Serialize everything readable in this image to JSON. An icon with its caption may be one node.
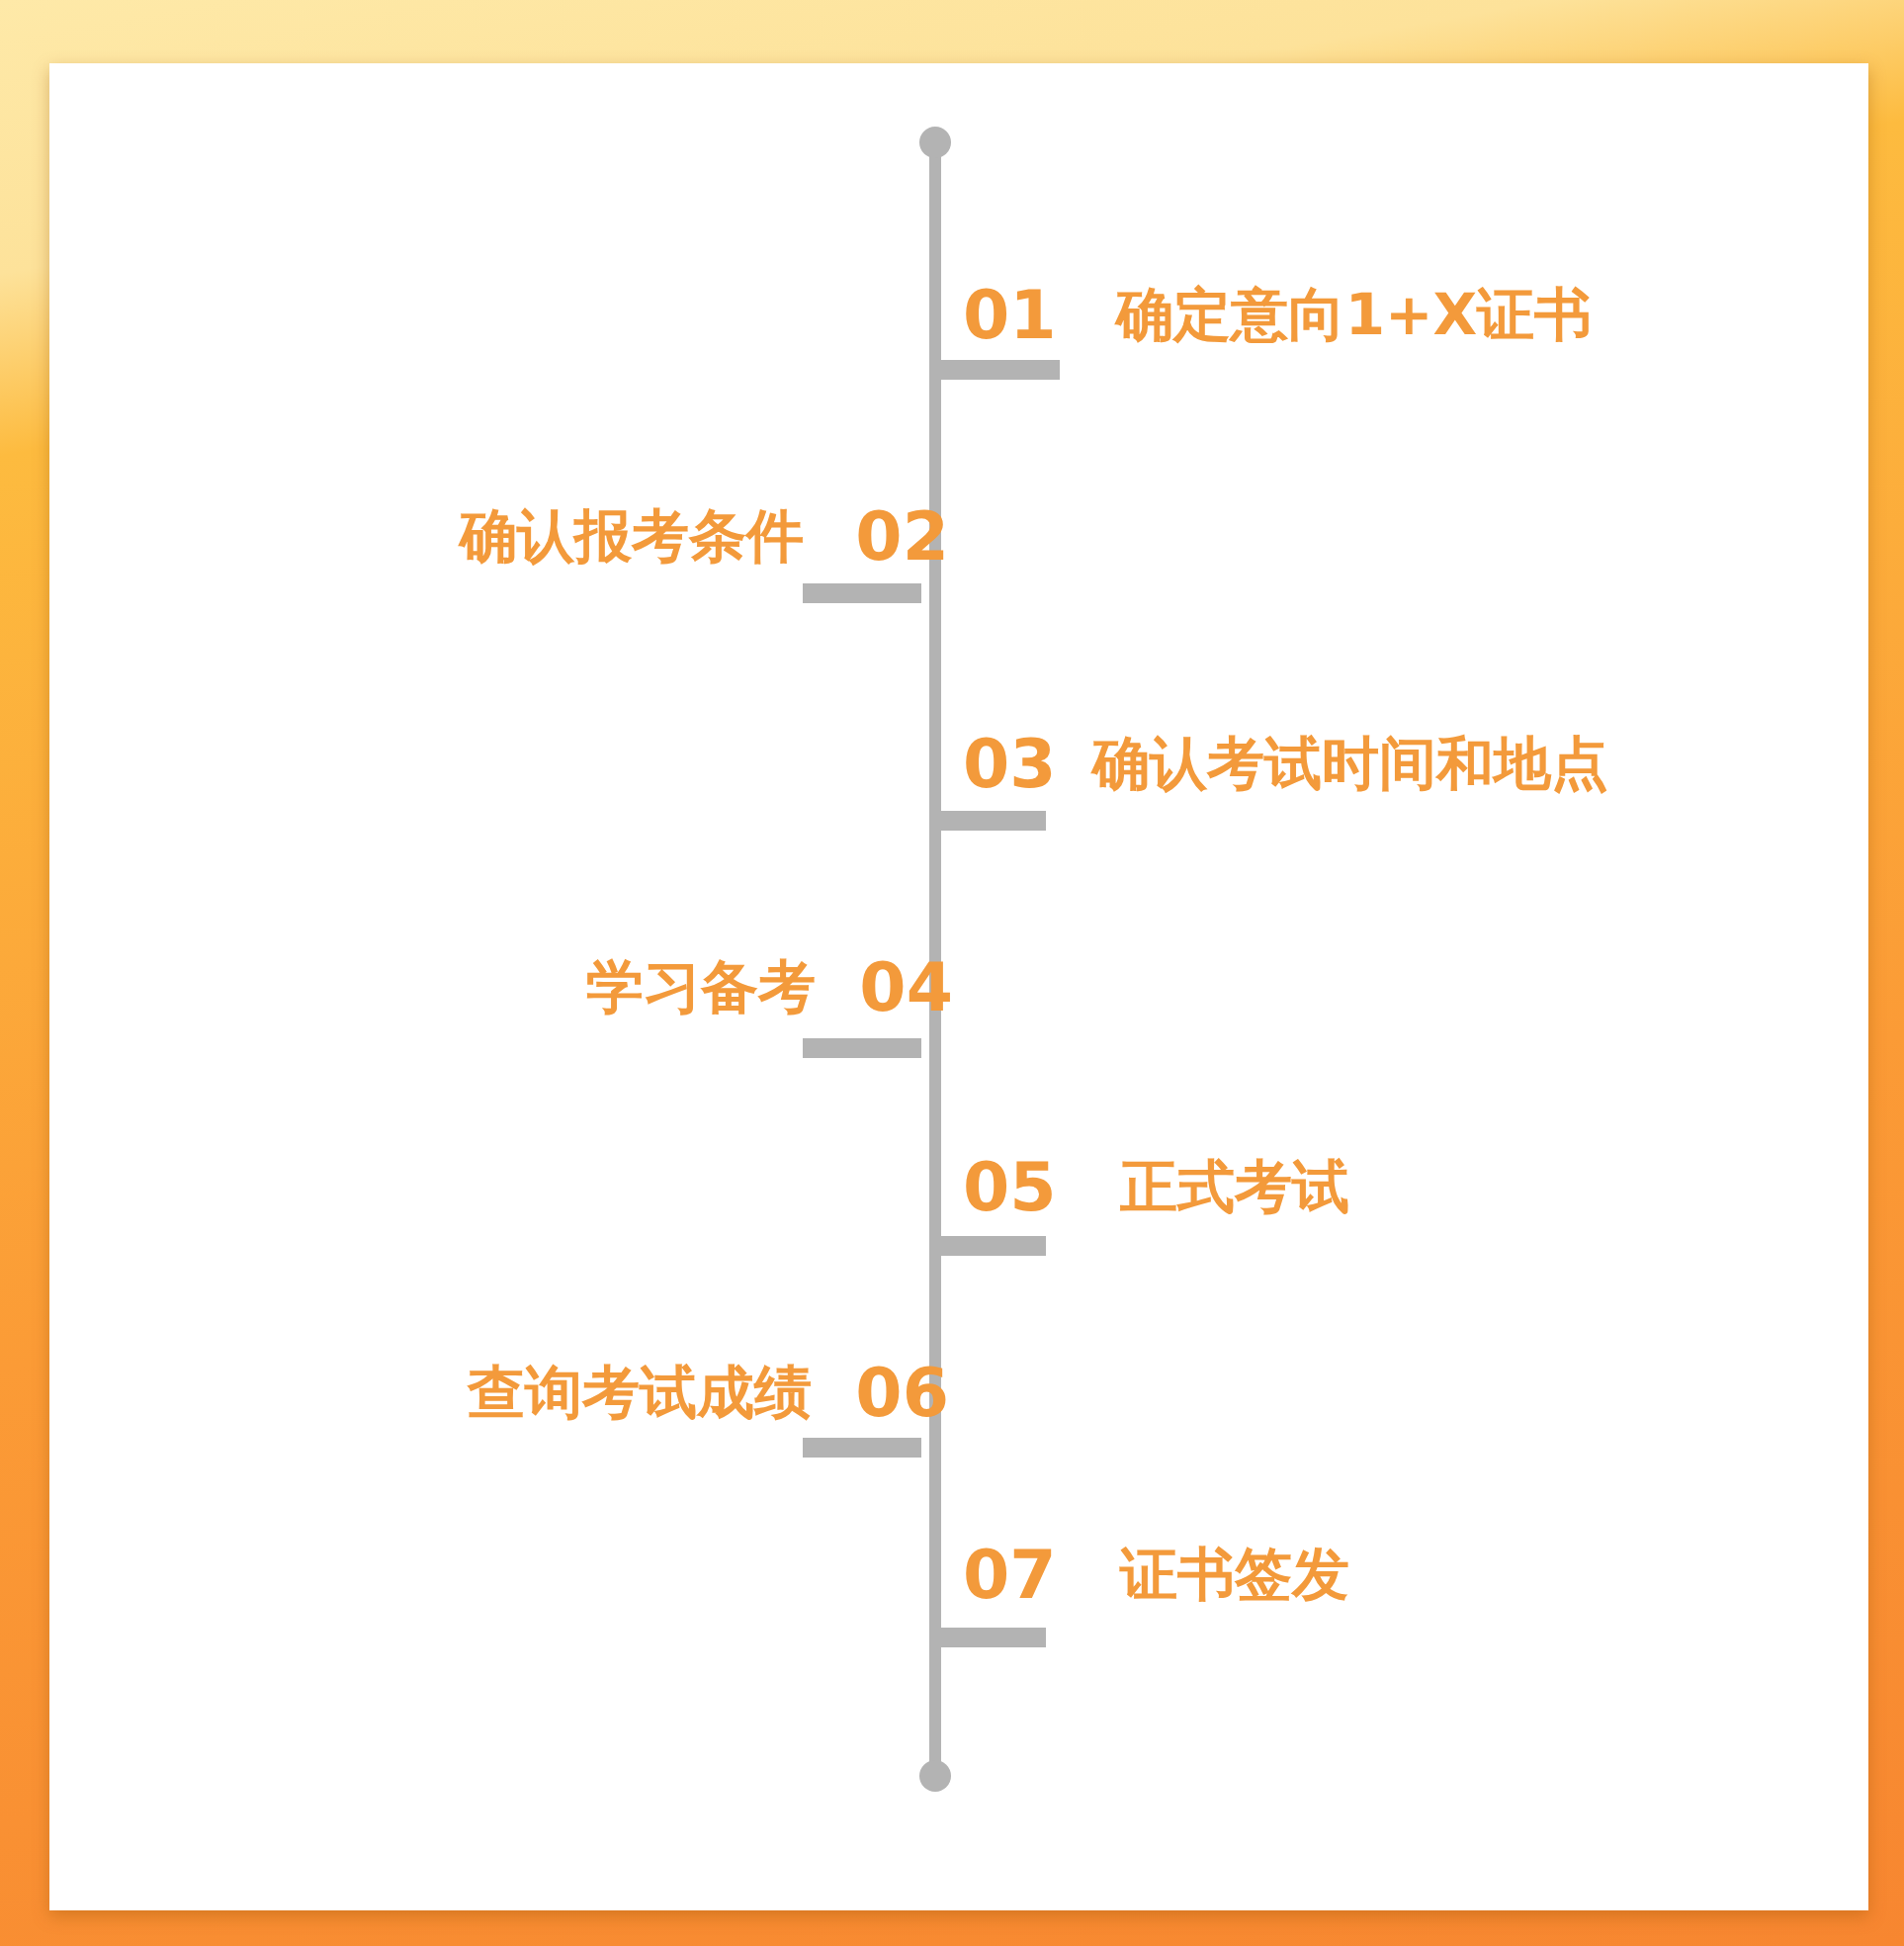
{
  "diagram": {
    "labels": [
      "01",
      "确定意向1+X证书",
      "确认报考条件",
      "02",
      "03",
      "确认考试时间和地点",
      "学习备考",
      "04",
      "05",
      "正式考试",
      "查询考试成绩",
      "06",
      "07",
      "证书签发"
    ]
  }
}
